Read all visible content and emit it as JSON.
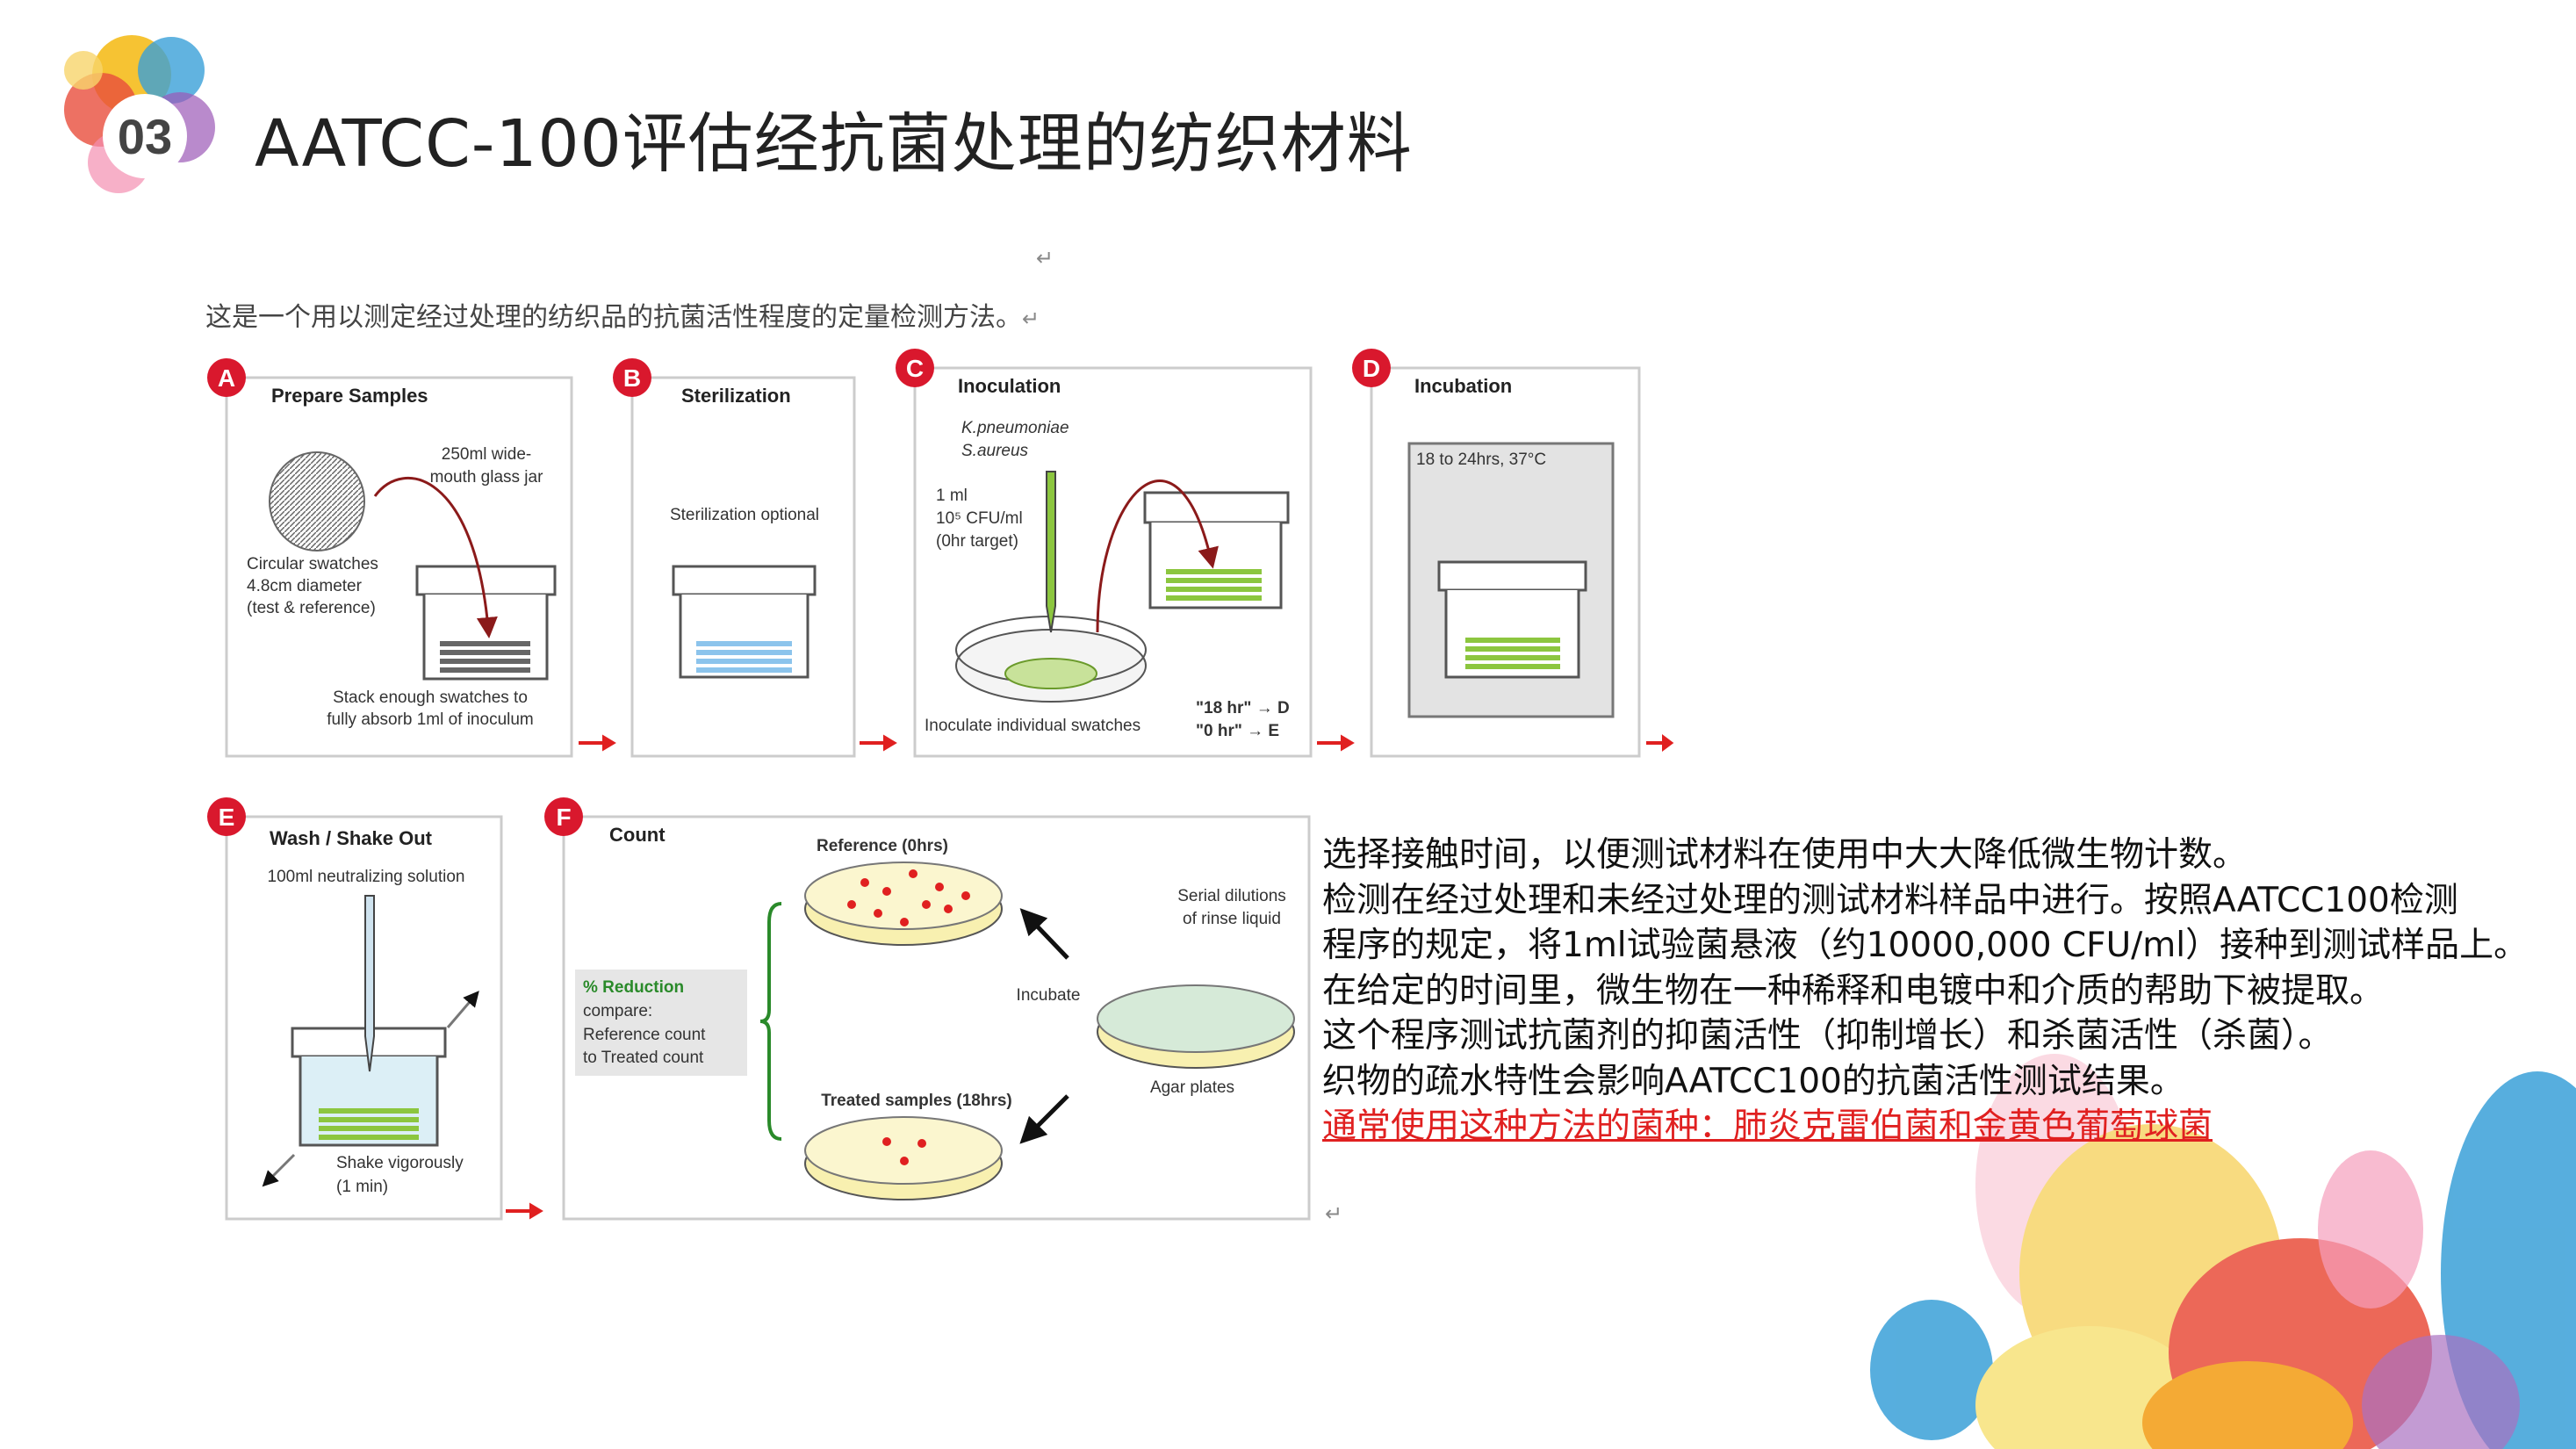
{
  "header": {
    "badge_number": "03",
    "title": "AATCC-100评估经抗菌处理的纺织材料"
  },
  "intro": {
    "text": "这是一个用以测定经过处理的纺织品的抗菌活性程度的定量检测方法。",
    "return_mark": "↵"
  },
  "diagram": {
    "A": {
      "badge": "A",
      "title": "Prepare Samples",
      "jar_1": "250ml wide-",
      "jar_2": "mouth glass jar",
      "sw_1": "Circular swatches",
      "sw_2": "4.8cm diameter",
      "sw_3": "(test & reference)",
      "stack_1": "Stack enough swatches to",
      "stack_2": "fully absorb 1ml of inoculum"
    },
    "B": {
      "badge": "B",
      "title": "Sterilization",
      "note": "Sterilization optional"
    },
    "C": {
      "badge": "C",
      "title": "Inoculation",
      "org_1": "K.pneumoniae",
      "org_2": "S.aureus",
      "vol_1": "1 ml",
      "vol_2": "10⁵ CFU/ml",
      "vol_3": "(0hr target)",
      "caption": "Inoculate individual swatches",
      "route_1": "\"18 hr\" → D",
      "route_2": "\"0 hr\" → E"
    },
    "D": {
      "badge": "D",
      "title": "Incubation",
      "cond": "18 to 24hrs, 37°C"
    },
    "E": {
      "badge": "E",
      "title": "Wash / Shake Out",
      "solution": "100ml neutralizing solution",
      "shake_1": "Shake vigorously",
      "shake_2": "(1 min)"
    },
    "F": {
      "badge": "F",
      "title": "Count",
      "reference": "Reference (0hrs)",
      "serial_1": "Serial dilutions",
      "serial_2": "of rinse liquid",
      "incubate": "Incubate",
      "agar": "Agar plates",
      "reduction": "% Reduction",
      "cmp_1": "compare:",
      "cmp_2": "Reference count",
      "cmp_3": "to Treated count",
      "treated": "Treated samples (18hrs)"
    }
  },
  "body_text": {
    "lines": [
      "选择接触时间，以便测试材料在使用中大大降低微生物计数。",
      "检测在经过处理和未经过处理的测试材料样品中进行。按照AATCC100检测",
      "程序的规定，将1ml试验菌悬液（约10000,000 CFU/ml）接种到测试样品上。",
      "在给定的时间里，微生物在一种稀释和电镀中和介质的帮助下被提取。",
      "这个程序测试抗菌剂的抑菌活性（抑制增长）和杀菌活性（杀菌）。",
      "织物的疏水特性会影响AATCC100的抗菌活性测试结果。"
    ],
    "highlight": "通常使用这种方法的菌种：肺炎克雷伯菌和金黄色葡萄球菌"
  },
  "colors": {
    "badge_red": "#d9182d",
    "accent_green": "#8cc63f",
    "highlight_red": "#e02020"
  }
}
